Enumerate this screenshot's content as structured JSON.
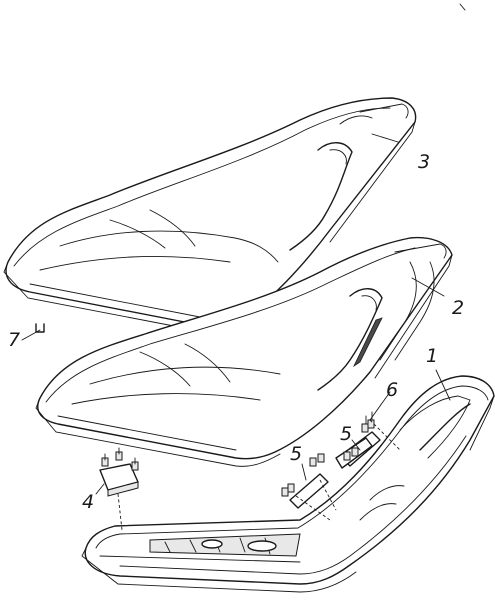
{
  "callouts": [
    {
      "id": "cushion-top-cover",
      "text": "3"
    },
    {
      "id": "seat-foam-pad",
      "text": "2"
    },
    {
      "id": "seat-base-pan",
      "text": "1"
    },
    {
      "id": "seat-bracket-right",
      "text": "6"
    },
    {
      "id": "seat-bracket-mid",
      "text": "5"
    },
    {
      "id": "seat-bracket-left",
      "text": "5"
    },
    {
      "id": "mounting-bracket-front",
      "text": "4"
    },
    {
      "id": "staple-fastener",
      "text": "7"
    }
  ]
}
